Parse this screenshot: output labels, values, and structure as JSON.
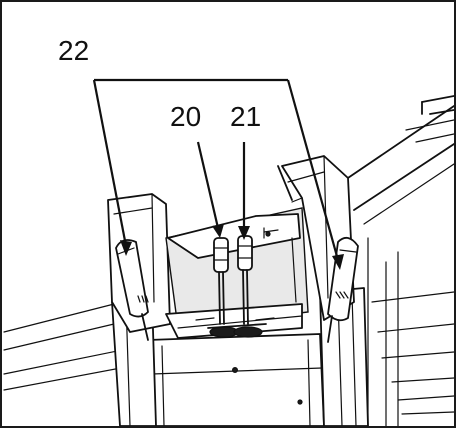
{
  "callouts": {
    "label_22": "22",
    "label_20": "20",
    "label_21": "21"
  },
  "colors": {
    "ink": "#111111",
    "background": "#ffffff",
    "shade": "#e9e9e9"
  }
}
